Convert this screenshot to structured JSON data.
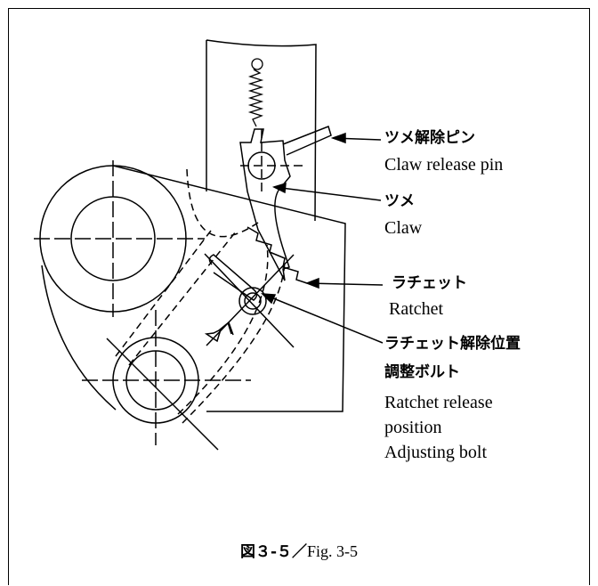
{
  "labels": {
    "claw_release_pin_jp": "ツメ解除ピン",
    "claw_release_pin_en": "Claw release pin",
    "claw_jp": "ツメ",
    "claw_en": "Claw",
    "ratchet_jp": "ラチェット",
    "ratchet_en": "Ratchet",
    "bolt_jp_line1": "ラチェット解除位置",
    "bolt_jp_line2": "調整ボルト",
    "bolt_en_line1": "Ratchet release",
    "bolt_en_line2": "position",
    "bolt_en_line3": "Adjusting bolt"
  },
  "caption": {
    "jp": "図３-５",
    "separator": "／",
    "en": "Fig. 3-5"
  }
}
